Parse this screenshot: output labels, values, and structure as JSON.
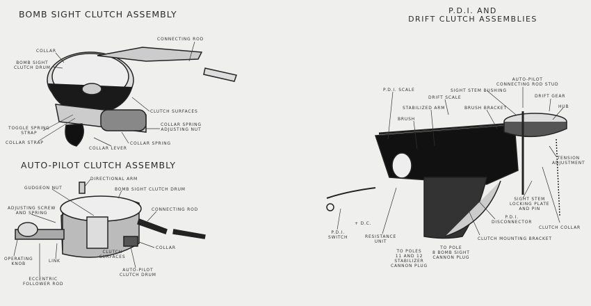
{
  "left_top": {
    "title": "BOMB SIGHT CLUTCH ASSEMBLY",
    "labels": {
      "connecting_rod": "CONNECTING ROD",
      "collar": "COLLAR",
      "bomb_sight_clutch_drum": "BOMB SIGHT\nCLUTCH DRUM",
      "clutch_surfaces": "CLUTCH SURFACES",
      "toggle_spring_strap": "TOGGLE SPRING\nSTRAP",
      "collar_spring_adjusting_nut": "COLLAR SPRING\nADJUSTING NUT",
      "collar_strap": "COLLAR STRAP",
      "collar_spring": "COLLAR SPRING",
      "collar_lever": "COLLAR LEVER"
    }
  },
  "left_bottom": {
    "title": "AUTO-PILOT CLUTCH ASSEMBLY",
    "labels": {
      "directional_arm": "DIRECTIONAL ARM",
      "gudgeon_nut": "GUDGEON NUT",
      "bomb_sight_clutch_drum": "BOMB SIGHT CLUTCH DRUM",
      "adjusting_screw": "ADJUSTING SCREW\nAND SPRING",
      "connecting_rod": "CONNECTING ROD",
      "collar": "COLLAR",
      "clutch_surfaces": "CLUTCH\nSURFACES",
      "operating_knob": "OPERATING\nKNOB",
      "link": "LINK",
      "auto_pilot_clutch_drum": "AUTO-PILOT\nCLUTCH DRUM",
      "eccentric_follower_rod": "ECCENTRIC\nFOLLOWER ROD"
    }
  },
  "right": {
    "title_line1": "P.D.I. AND",
    "title_line2": "DRIFT CLUTCH  ASSEMBLIES",
    "labels": {
      "connecting_rod_stud": "AUTO-PILOT\nCONNECTING ROD STUD",
      "drift_gear": "DRIFT GEAR",
      "hub": "HUB",
      "sight_stem_bushing": "SIGHT STEM BUSHING",
      "pdi_scale": "P.D.I. SCALE",
      "drift_scale": "DRIFT SCALE",
      "stabilized_arm": "STABILIZED ARM",
      "brush_bracket": "BRUSH BRACKET",
      "brush": "BRUSH",
      "tension_adjustment": "TENSION\nADJUSTMENT",
      "locking_plate": "SIGHT STEM\nLOCKING PLATE\nAND PIN",
      "pdi_disconnector": "P.D.I.\nDISCONNECTOR",
      "clutch_collar": "CLUTCH COLLAR",
      "plus_dc": "+ D.C.",
      "pdi_switch": "P.D.I.\nSWITCH",
      "resistance_unit": "RESISTANCE\nUNIT",
      "clutch_mounting_bracket": "CLUTCH MOUNTING BRACKET",
      "to_pole_8": "TO POLE\n8 BOMB SIGHT\nCANNON PLUG",
      "to_poles_11_12": "TO POLES\n11 AND 12\nSTABILIZER\nCANNON PLUG"
    }
  }
}
